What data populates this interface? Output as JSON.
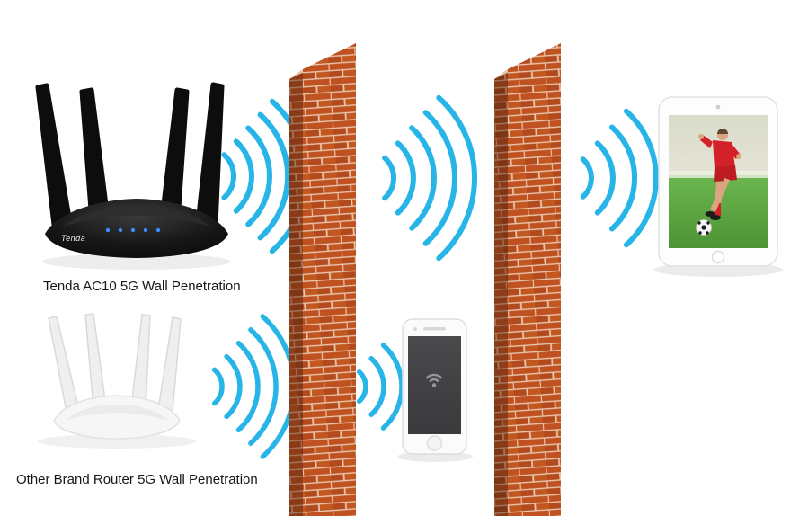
{
  "labels": {
    "tenda_router": "Tenda AC10 5G Wall Penetration",
    "other_router": "Other Brand Router 5G Wall Penetration"
  },
  "devices": {
    "tenda_logo": "Tenda"
  },
  "icons": {
    "signal_waves": "wifi-waves",
    "phone_screen": "wifi-icon"
  },
  "colors": {
    "signal": "#27b5e8",
    "brick": "#c05120",
    "brick_dark": "#8a3a16",
    "mortar": "#e8c6ad",
    "background": "#ffffff",
    "router_black": "#121212",
    "router_white": "#f4f4f4",
    "phone_screen": "#414043",
    "grass": "#5aa83e",
    "jersey": "#d42028"
  }
}
